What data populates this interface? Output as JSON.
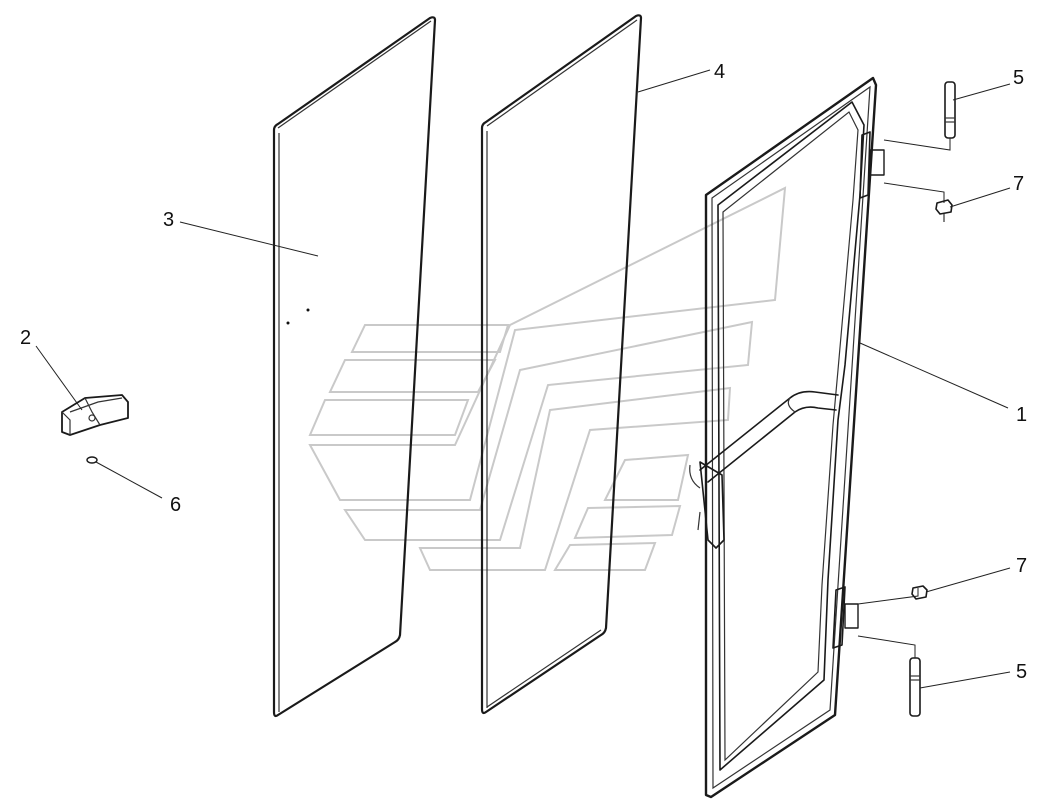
{
  "callouts": {
    "c1": "1",
    "c2": "2",
    "c3": "3",
    "c4": "4",
    "c5_top": "5",
    "c5_bottom": "5",
    "c6": "6",
    "c7_top": "7",
    "c7_bottom": "7"
  },
  "colors": {
    "line": "#1a1a1a",
    "watermark": "#c9c9c9",
    "background": "#ffffff"
  }
}
